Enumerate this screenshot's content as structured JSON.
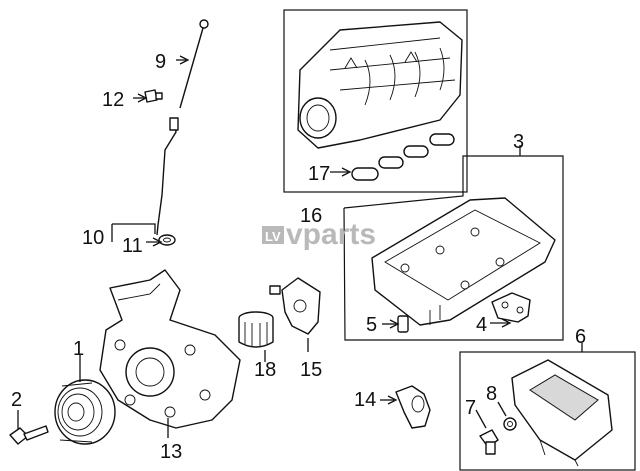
{
  "watermark": {
    "brand": "vparts",
    "logo_glyph": "LV"
  },
  "callouts": [
    "1",
    "2",
    "3",
    "4",
    "5",
    "6",
    "7",
    "8",
    "9",
    "10",
    "11",
    "12",
    "13",
    "14",
    "15",
    "16",
    "17",
    "18"
  ],
  "colors": {
    "ink": "#111111",
    "watermark": "#b9b9b9",
    "background": "#ffffff"
  }
}
